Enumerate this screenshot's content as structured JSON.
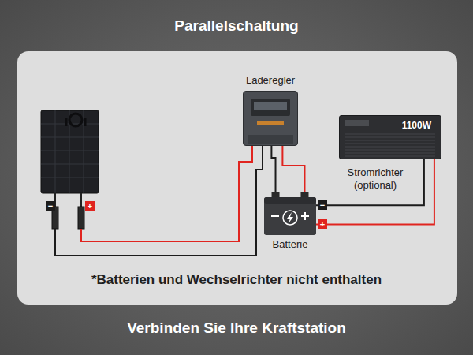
{
  "diagram": {
    "title": "Parallelschaltung",
    "caption": "Verbinden Sie Ihre Kraftstation",
    "nodes": [
      {
        "text": [
          "Laderegler"
        ]
      },
      {
        "text": [
          "Batterie"
        ]
      },
      {
        "text": [
          "1100W",
          "Stromrichter (optional)"
        ]
      }
    ],
    "edges": [
      {
        "from": 0,
        "to": 1,
        "arrow": "none"
      },
      {
        "from": 0,
        "to": 1,
        "arrow": "none"
      },
      {
        "from": 1,
        "to": 2,
        "arrow": "none"
      },
      {
        "from": 1,
        "to": 2,
        "arrow": "none"
      }
    ],
    "labels": [
      "−",
      "+",
      "−",
      "+",
      "*Batterien und Wechselrichter nicht enthalten"
    ]
  }
}
